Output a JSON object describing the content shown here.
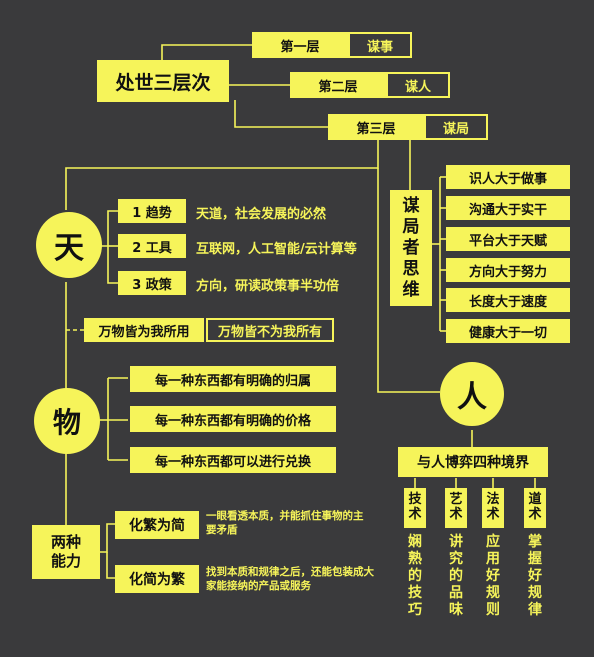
{
  "title": "处世三层次",
  "levels": [
    {
      "level": "第一层",
      "action": "谋事"
    },
    {
      "level": "第二层",
      "action": "谋人"
    },
    {
      "level": "第三层",
      "action": "谋局"
    }
  ],
  "tian": {
    "label": "天",
    "items": [
      {
        "name": "1 趋势",
        "desc": "天道，社会发展的必然"
      },
      {
        "name": "2 工具",
        "desc": "互联网，人工智能/云计算等"
      },
      {
        "name": "3 政策",
        "desc": "方向，研读政策事半功倍"
      }
    ]
  },
  "moujuzhe": {
    "label": "谋局者思维",
    "items": [
      "识人大于做事",
      "沟通大于实干",
      "平台大于天赋",
      "方向大于努力",
      "长度大于速度",
      "健康大于一切"
    ]
  },
  "wanwu": {
    "left": "万物皆为我所用",
    "right": "万物皆不为我所有"
  },
  "wu": {
    "label": "物",
    "items": [
      "每一种东西都有明确的归属",
      "每一种东西都有明确的价格",
      "每一种东西都可以进行兑换"
    ]
  },
  "ren": {
    "label": "人",
    "header": "与人博弈四种境界",
    "columns": [
      {
        "name": "技术",
        "desc": "娴熟的技巧"
      },
      {
        "name": "艺术",
        "desc": "讲究的品味"
      },
      {
        "name": "法术",
        "desc": "应用好规则"
      },
      {
        "name": "道术",
        "desc": "掌握好规律"
      }
    ]
  },
  "nengli": {
    "label": "两种能力",
    "items": [
      {
        "name": "化繁为简",
        "desc": "一眼看透本质，并能抓住事物的主要矛盾"
      },
      {
        "name": "化简为繁",
        "desc": "找到本质和规律之后，还能包装成大家能接纳的产品或服务"
      }
    ]
  },
  "colors": {
    "accent": "#f6f45a",
    "background": "#3a3a3c",
    "text_dark": "#111111"
  }
}
